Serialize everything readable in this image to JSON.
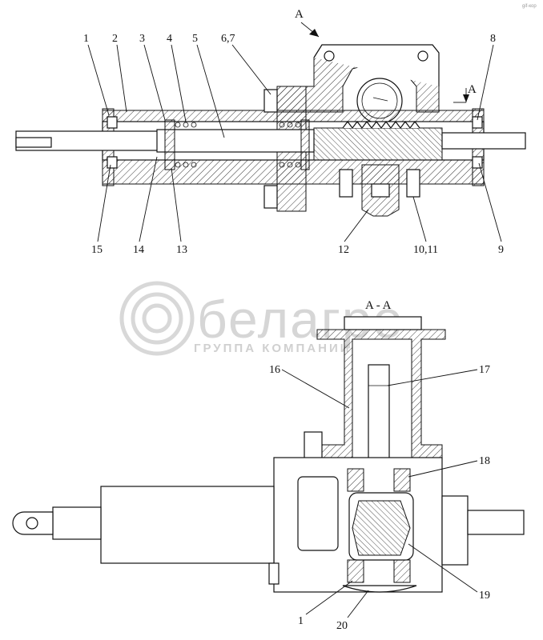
{
  "corner_note": "gif-кор",
  "watermark": {
    "brand": "белагро",
    "subtitle": "ГРУППА КОМПАНИИ"
  },
  "section": {
    "marker_top": "A",
    "marker_right": "A",
    "title": "A - A"
  },
  "top_view_labels": [
    "1",
    "2",
    "3",
    "4",
    "5",
    "6,7",
    "8"
  ],
  "top_view_bottom_labels": [
    "15",
    "14",
    "13",
    "12",
    "10,11",
    "9"
  ],
  "section_labels": [
    "16",
    "17",
    "18",
    "19",
    "1",
    "20"
  ]
}
